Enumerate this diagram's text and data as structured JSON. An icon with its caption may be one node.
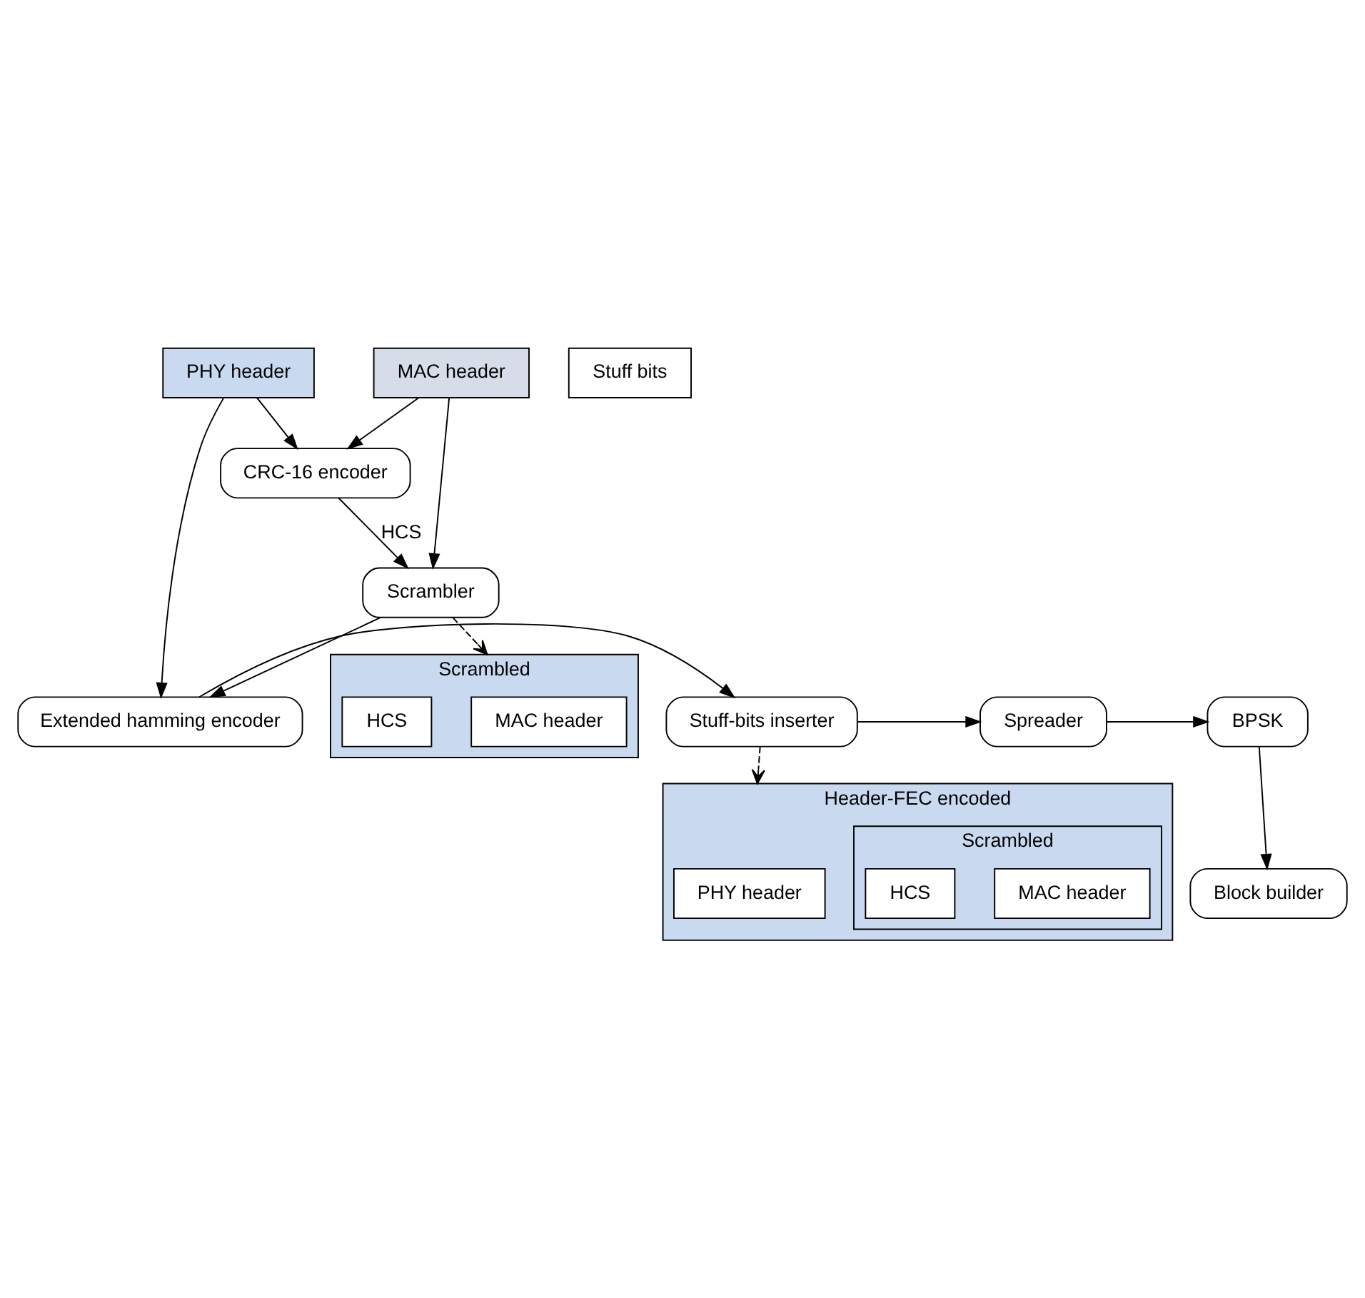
{
  "diagram": {
    "nodes": [
      {
        "text": [
          "PHY header"
        ]
      },
      {
        "text": [
          "MAC header"
        ]
      },
      {
        "text": [
          "CRC-16 encoder"
        ]
      },
      {
        "text": [
          "Scrambler"
        ]
      },
      {
        "text": [
          "Scrambled"
        ]
      },
      {
        "text": [
          "MAC header"
        ],
        "in": 4
      },
      {
        "text": [
          "HCS"
        ],
        "in": 4
      },
      {
        "text": [
          "Extended hamming encoder"
        ]
      },
      {
        "text": [
          "Stuff-bits inserter"
        ]
      },
      {
        "text": [
          "Spreader"
        ]
      },
      {
        "text": [
          "BPSK"
        ]
      },
      {
        "text": [
          "Block builder"
        ]
      },
      {
        "text": [
          "Header-FEC encoded"
        ]
      },
      {
        "text": [
          "PHY header"
        ],
        "in": 12
      },
      {
        "text": [
          "Scrambled"
        ],
        "in": 12
      },
      {
        "text": [
          "MAC header"
        ],
        "in": 14
      },
      {
        "text": [
          "HCS"
        ],
        "in": 14
      },
      {
        "text": [
          "Stuff bits"
        ]
      }
    ],
    "edges": [
      {
        "from": 0,
        "to": 2,
        "arrow": "to"
      },
      {
        "from": 1,
        "to": 2,
        "arrow": "to"
      },
      {
        "from": 2,
        "to": 3,
        "arrow": "to",
        "label": "HCS"
      },
      {
        "from": 1,
        "to": 3,
        "arrow": "to"
      },
      {
        "from": 0,
        "to": 7,
        "arrow": "to"
      },
      {
        "from": 3,
        "to": 7,
        "arrow": "to"
      },
      {
        "from": 3,
        "to": 4,
        "arrow": "to",
        "style": "dashed"
      },
      {
        "from": 7,
        "to": 8,
        "arrow": "to"
      },
      {
        "from": 8,
        "to": 9,
        "arrow": "to"
      },
      {
        "from": 9,
        "to": 10,
        "arrow": "to"
      },
      {
        "from": 10,
        "to": 11,
        "arrow": "to"
      },
      {
        "from": 8,
        "to": 12,
        "arrow": "to",
        "style": "dashed"
      }
    ]
  }
}
